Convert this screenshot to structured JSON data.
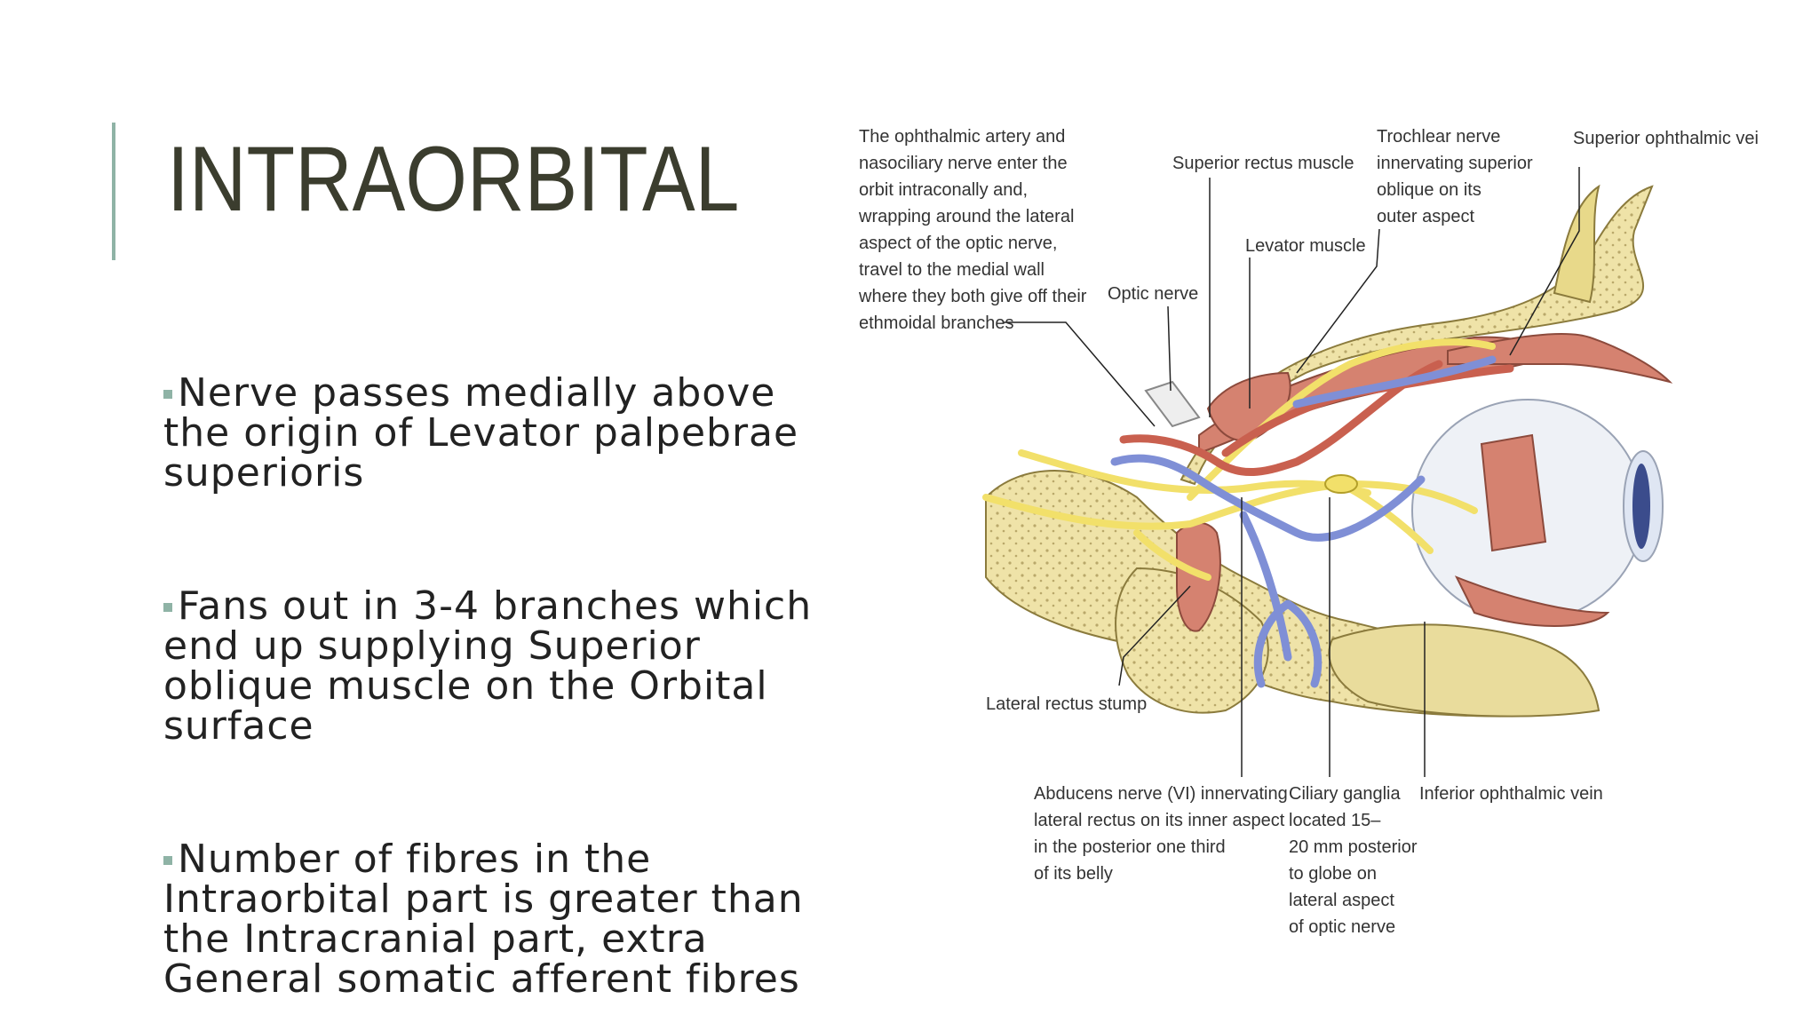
{
  "slide": {
    "title": "INTRAORBITAL",
    "bullets": [
      "Nerve passes medially above the origin of Levator palpebrae superioris",
      "Fans out in 3-4 branches which end up supplying Superior oblique muscle on the Orbital surface",
      "Number of fibres in the Intraorbital part is greater than the Intracranial part, extra General somatic afferent fibres"
    ]
  },
  "figure": {
    "labels": {
      "ophthalmic_artery": [
        "The ophthalmic artery and",
        "nasociliary nerve enter the",
        "orbit intraconally and,",
        "wrapping around the lateral",
        "aspect of the optic nerve,",
        "travel to the medial wall",
        "where they both give off their",
        "ethmoidal branches"
      ],
      "superior_rectus": "Superior rectus muscle",
      "trochlear_nerve": [
        "Trochlear nerve",
        "innervating superior",
        "oblique on its",
        "outer aspect"
      ],
      "superior_ophthalmic_vein": "Superior ophthalmic vein",
      "levator_muscle": "Levator muscle",
      "optic_nerve": "Optic nerve",
      "lateral_rectus_stump": "Lateral rectus stump",
      "abducens_nerve": [
        "Abducens nerve (VI) innervating",
        "lateral rectus on its inner aspect",
        "in the posterior one third",
        "of its belly"
      ],
      "ciliary_ganglia": [
        "Ciliary ganglia",
        "located 15–",
        "20 mm posterior",
        "to globe on",
        "lateral aspect",
        "of optic nerve"
      ],
      "inferior_ophthalmic_vein": "Inferior ophthalmic vein"
    },
    "colors": {
      "bone": "#efe3a8",
      "bone_dots": "#b9a86a",
      "nerve": "#f2e06a",
      "artery": "#c9604f",
      "vein": "#7f8fd6",
      "muscle": "#d58270",
      "globe": "#eef1f6",
      "iris": "#3b4c8c",
      "accent": "#8fb3a6"
    }
  }
}
